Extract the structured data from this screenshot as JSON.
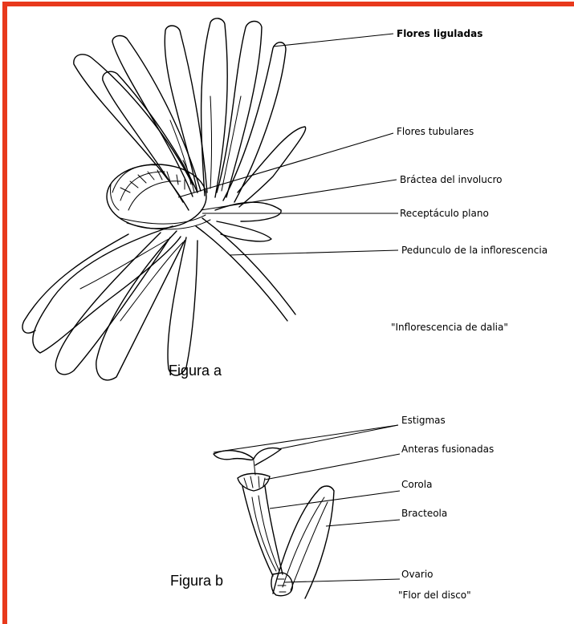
{
  "frame_color": "#e8391c",
  "figure_a": {
    "caption": "Figura a",
    "title": "\"Inflorescencia de dalia\"",
    "labels": [
      {
        "key": "flores_liguladas",
        "text": "Flores liguladas"
      },
      {
        "key": "flores_tubulares",
        "text": "Flores tubulares"
      },
      {
        "key": "bractea_involucro",
        "text": "Bráctea del involucro"
      },
      {
        "key": "receptaculo_plano",
        "text": "Receptáculo plano"
      },
      {
        "key": "pedunculo",
        "text": "Pedunculo de la inflorescencia"
      }
    ]
  },
  "figure_b": {
    "caption": "Figura b",
    "title": "\"Flor del disco\"",
    "labels": [
      {
        "key": "estigmas",
        "text": "Estigmas"
      },
      {
        "key": "anteras_fusionadas",
        "text": "Anteras fusionadas"
      },
      {
        "key": "corola",
        "text": "Corola"
      },
      {
        "key": "bracteola",
        "text": "Bracteola"
      },
      {
        "key": "ovario",
        "text": "Ovario"
      }
    ]
  }
}
